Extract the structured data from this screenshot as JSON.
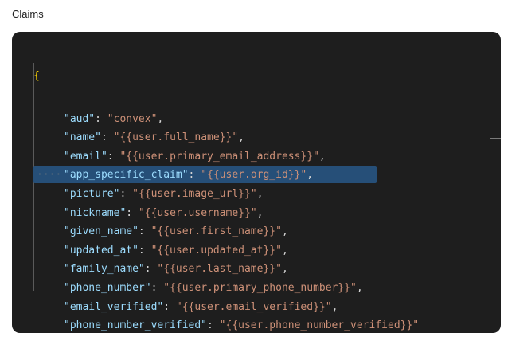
{
  "title": "Claims",
  "editor": {
    "open_brace": "{",
    "close_brace": "}",
    "highlighted_line": 3,
    "lines": [
      {
        "key": "\"aud\"",
        "value": "\"convex\"",
        "comma": ","
      },
      {
        "key": "\"name\"",
        "value": "\"{{user.full_name}}\"",
        "comma": ","
      },
      {
        "key": "\"email\"",
        "value": "\"{{user.primary_email_address}}\"",
        "comma": ","
      },
      {
        "key": "\"app_specific_claim\"",
        "value": "\"{{user.org_id}}\"",
        "comma": ","
      },
      {
        "key": "\"picture\"",
        "value": "\"{{user.image_url}}\"",
        "comma": ","
      },
      {
        "key": "\"nickname\"",
        "value": "\"{{user.username}}\"",
        "comma": ","
      },
      {
        "key": "\"given_name\"",
        "value": "\"{{user.first_name}}\"",
        "comma": ","
      },
      {
        "key": "\"updated_at\"",
        "value": "\"{{user.updated_at}}\"",
        "comma": ","
      },
      {
        "key": "\"family_name\"",
        "value": "\"{{user.last_name}}\"",
        "comma": ","
      },
      {
        "key": "\"phone_number\"",
        "value": "\"{{user.primary_phone_number}}\"",
        "comma": ","
      },
      {
        "key": "\"email_verified\"",
        "value": "\"{{user.email_verified}}\"",
        "comma": ","
      },
      {
        "key": "\"phone_number_verified\"",
        "value": "\"{{user.phone_number_verified}}\"",
        "comma": ""
      }
    ],
    "colors": {
      "background": "#1e1e1e",
      "key": "#9cdcfe",
      "string": "#ce9178",
      "brace": "#ffd700",
      "selection": "#264f78"
    }
  }
}
